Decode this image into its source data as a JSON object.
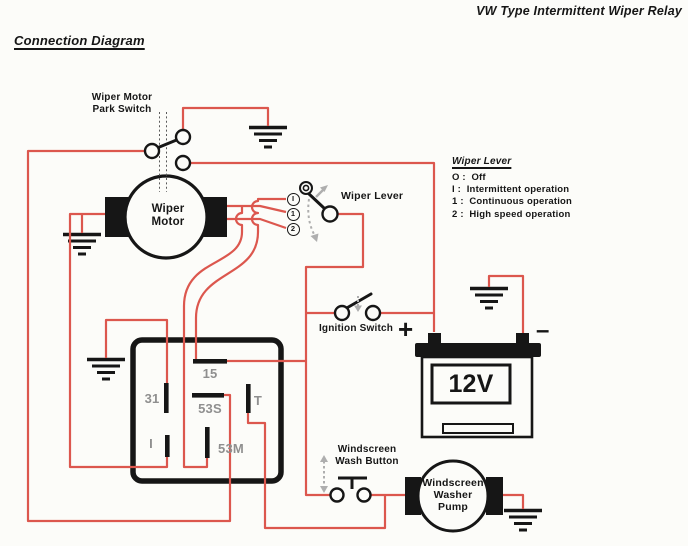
{
  "header": {
    "title": "VW Type Intermittent Wiper Relay",
    "heading": "Connection Diagram"
  },
  "labels": {
    "park_switch": [
      "Wiper Motor",
      "Park Switch"
    ],
    "wiper_motor": [
      "Wiper",
      "Motor"
    ],
    "wiper_lever": "Wiper Lever",
    "ignition_switch": "Ignition Switch",
    "wash_button": [
      "Windscreen",
      "Wash Button"
    ],
    "washer_pump": [
      "Windscreen",
      "Washer",
      "Pump"
    ]
  },
  "legend": {
    "title": "Wiper Lever",
    "items": [
      "O :  Off",
      "I :  Intermittent operation",
      "1 :  Continuous operation",
      "2 :  High speed operation"
    ]
  },
  "battery": {
    "voltage": "12V",
    "positive": "+",
    "negative": "–"
  },
  "relay": {
    "terminals": {
      "t31": "31",
      "t15": "15",
      "t53s": "53S",
      "tT": "T",
      "tI": "I",
      "t53m": "53M"
    }
  },
  "lever": {
    "contacts": [
      "I",
      "1",
      "2"
    ]
  },
  "colors": {
    "wire": "#dc574e",
    "black": "#161616",
    "gray_label": "#8f8f8f",
    "arrow": "#aeaeae",
    "background": "#fcfcf9"
  }
}
